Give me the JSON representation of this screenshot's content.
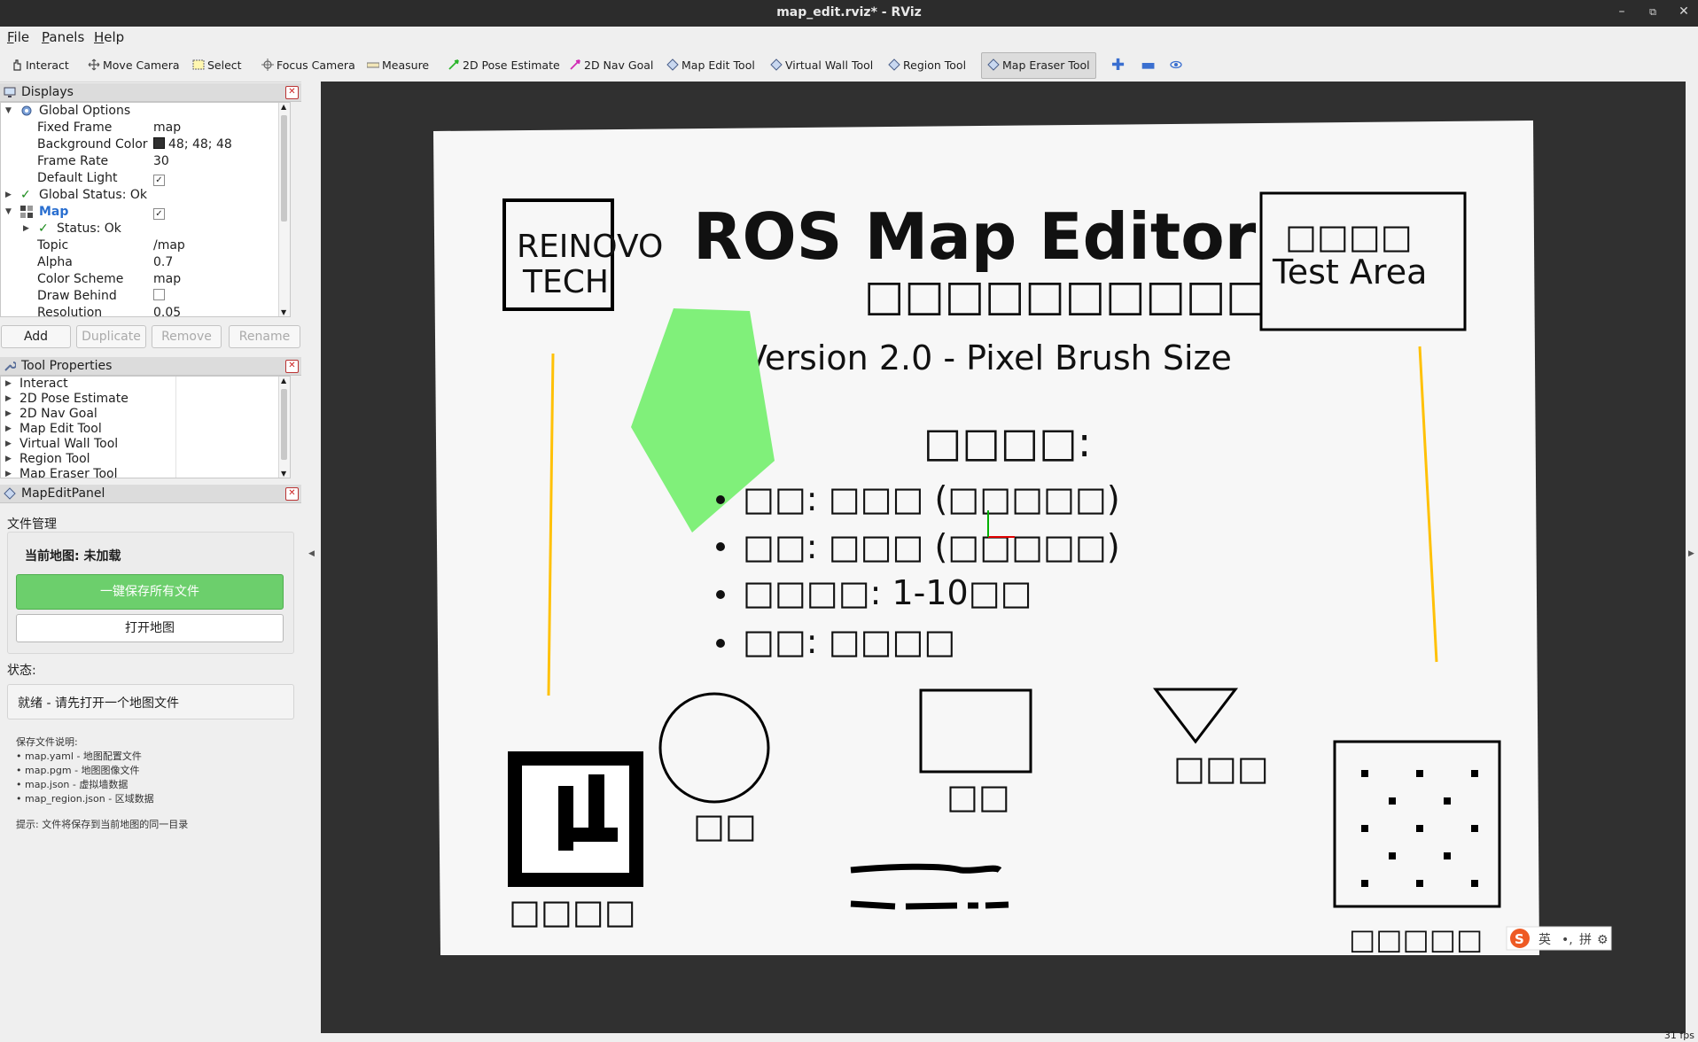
{
  "window": {
    "title": "map_edit.rviz* - RViz",
    "controls": [
      "minimize-icon",
      "maximize-icon",
      "close-icon"
    ]
  },
  "menu": [
    {
      "underline": "F",
      "rest": "ile"
    },
    {
      "underline": "P",
      "rest": "anels"
    },
    {
      "underline": "H",
      "rest": "elp"
    }
  ],
  "toolbar": {
    "tools": [
      {
        "label": "Interact",
        "icon": "hand-icon"
      },
      {
        "label": "Move Camera",
        "icon": "move-camera-icon"
      },
      {
        "label": "Select",
        "icon": "select-icon"
      },
      {
        "label": "Focus Camera",
        "icon": "focus-camera-icon"
      },
      {
        "label": "Measure",
        "icon": "ruler-icon"
      },
      {
        "label": "2D Pose Estimate",
        "icon": "pose-arrow-icon"
      },
      {
        "label": "2D Nav Goal",
        "icon": "nav-goal-arrow-icon"
      },
      {
        "label": "Map Edit Tool",
        "icon": "diamond-icon"
      },
      {
        "label": "Virtual Wall Tool",
        "icon": "diamond-icon"
      },
      {
        "label": "Region Tool",
        "icon": "diamond-icon"
      },
      {
        "label": "Map Eraser Tool",
        "icon": "diamond-icon"
      }
    ],
    "active_tool": "Map Eraser Tool",
    "extra_icons": [
      "add-tool-icon",
      "remove-tool-icon",
      "camera-type-icon"
    ]
  },
  "displays": {
    "title": "Displays",
    "rows": [
      {
        "name": "Global Options",
        "value": ""
      },
      {
        "name": "Fixed Frame",
        "value": "map"
      },
      {
        "name": "Background Color",
        "value": "48; 48; 48"
      },
      {
        "name": "Frame Rate",
        "value": "30"
      },
      {
        "name": "Default Light",
        "value": ""
      },
      {
        "name": "Global Status: Ok",
        "value": ""
      },
      {
        "name": "Map",
        "value": ""
      },
      {
        "name": "Status: Ok",
        "value": ""
      },
      {
        "name": "Topic",
        "value": "/map"
      },
      {
        "name": "Alpha",
        "value": "0.7"
      },
      {
        "name": "Color Scheme",
        "value": "map"
      },
      {
        "name": "Draw Behind",
        "value": ""
      },
      {
        "name": "Resolution",
        "value": "0.05"
      }
    ],
    "background_color_swatch": "#303030",
    "buttons": {
      "add": "Add",
      "duplicate": "Duplicate",
      "remove": "Remove",
      "rename": "Rename"
    }
  },
  "tool_properties": {
    "title": "Tool Properties",
    "items": [
      "Interact",
      "2D Pose Estimate",
      "2D Nav Goal",
      "Map Edit Tool",
      "Virtual Wall Tool",
      "Region Tool",
      "Map Eraser Tool"
    ]
  },
  "map_edit_panel": {
    "title": "MapEditPanel",
    "file_mgmt": "文件管理",
    "current_map": "当前地图: 未加载",
    "save_all": "一键保存所有文件",
    "open_map": "打开地图",
    "status_label": "状态:",
    "status_text": "就绪 - 请先打开一个地图文件",
    "notes_title": "保存文件说明:",
    "notes": [
      "• map.yaml - 地图配置文件",
      "• map.pgm - 地图图像文件",
      "• map.json - 虚拟墙数据",
      "• map_region.json - 区域数据"
    ],
    "tip": "提示: 文件将保存到当前地图的同一目录",
    "save_color": "#6ccf6c"
  },
  "map_image": {
    "logo_line1": "REINOVO",
    "logo_line2": "TECH",
    "title": "ROS Map Editor",
    "subtitle_glyphs": "□□□□□□□□□□",
    "version": "Version 2.0 - Pixel Brush Size",
    "test_area_glyphs": "□□□□",
    "test_area": "Test Area",
    "features_header": "□□□□:",
    "bullets": [
      "□□: □□□ (□□□□□)",
      "□□: □□□ (□□□□□)",
      "□□□□: 1-10□□",
      "□□: □□□□"
    ],
    "label_circle": "□□",
    "label_rect": "□□",
    "label_triangle": "□□□",
    "label_qr": "□□□□",
    "label_dots": "□□□□□",
    "region_color": "#80f07a",
    "wall_color": "#ffc107"
  },
  "ime": {
    "lang": "英",
    "mode": "拼"
  },
  "statusbar": {
    "fps": "31 fps"
  }
}
